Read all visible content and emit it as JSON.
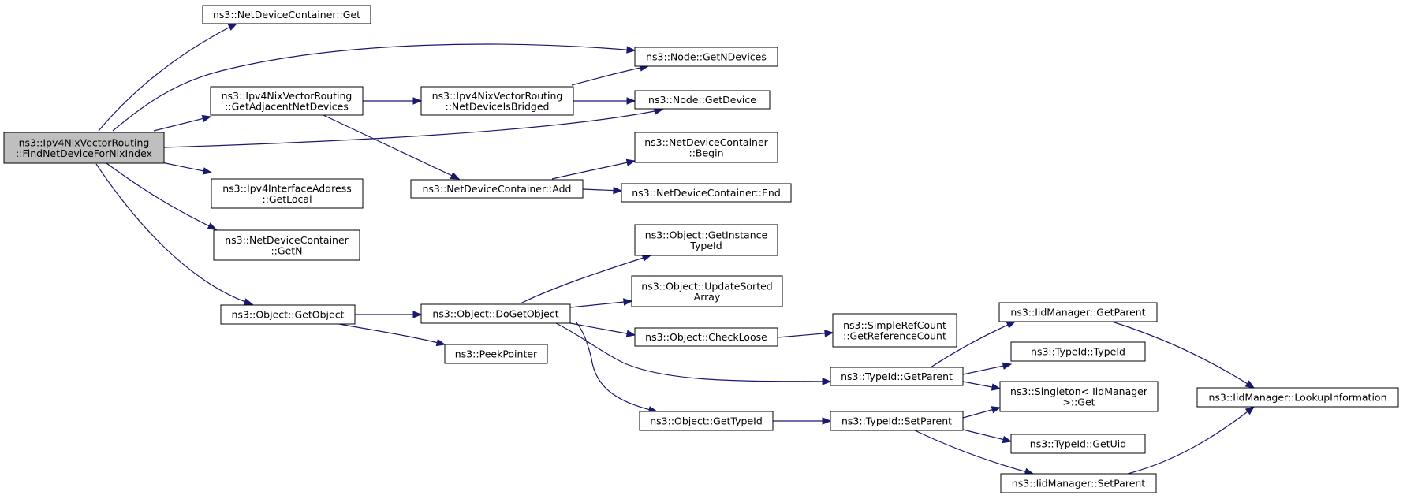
{
  "graph": {
    "nodes": [
      {
        "id": "root",
        "lines": [
          "ns3::Ipv4NixVectorRouting",
          "::FindNetDeviceForNixIndex"
        ],
        "root": true
      },
      {
        "id": "ndc_get",
        "lines": [
          "ns3::NetDeviceContainer::Get"
        ]
      },
      {
        "id": "node_getndevices",
        "lines": [
          "ns3::Node::GetNDevices"
        ]
      },
      {
        "id": "getadjacent",
        "lines": [
          "ns3::Ipv4NixVectorRouting",
          "::GetAdjacentNetDevices"
        ]
      },
      {
        "id": "isbridged",
        "lines": [
          "ns3::Ipv4NixVectorRouting",
          "::NetDeviceIsBridged"
        ]
      },
      {
        "id": "node_getdevice",
        "lines": [
          "ns3::Node::GetDevice"
        ]
      },
      {
        "id": "ndc_begin",
        "lines": [
          "ns3::NetDeviceContainer",
          "::Begin"
        ]
      },
      {
        "id": "ndc_add",
        "lines": [
          "ns3::NetDeviceContainer::Add"
        ]
      },
      {
        "id": "ndc_end",
        "lines": [
          "ns3::NetDeviceContainer::End"
        ]
      },
      {
        "id": "ipv4if_getlocal",
        "lines": [
          "ns3::Ipv4InterfaceAddress",
          "::GetLocal"
        ]
      },
      {
        "id": "ndc_getn",
        "lines": [
          "ns3::NetDeviceContainer",
          "::GetN"
        ]
      },
      {
        "id": "obj_getinstance",
        "lines": [
          "ns3::Object::GetInstance",
          "TypeId"
        ]
      },
      {
        "id": "obj_updatesorted",
        "lines": [
          "ns3::Object::UpdateSorted",
          "Array"
        ]
      },
      {
        "id": "obj_getobject",
        "lines": [
          "ns3::Object::GetObject"
        ]
      },
      {
        "id": "obj_dogetobject",
        "lines": [
          "ns3::Object::DoGetObject"
        ]
      },
      {
        "id": "obj_checkloose",
        "lines": [
          "ns3::Object::CheckLoose"
        ]
      },
      {
        "id": "simplerefcount",
        "lines": [
          "ns3::SimpleRefCount",
          "::GetReferenceCount"
        ]
      },
      {
        "id": "iid_getparent",
        "lines": [
          "ns3::IidManager::GetParent"
        ]
      },
      {
        "id": "peekpointer",
        "lines": [
          "ns3::PeekPointer"
        ]
      },
      {
        "id": "typeid_getparent",
        "lines": [
          "ns3::TypeId::GetParent"
        ]
      },
      {
        "id": "typeid_typeid",
        "lines": [
          "ns3::TypeId::TypeId"
        ]
      },
      {
        "id": "singleton_get",
        "lines": [
          "ns3::Singleton< IidManager",
          " >::Get"
        ]
      },
      {
        "id": "iid_lookup",
        "lines": [
          "ns3::IidManager::LookupInformation"
        ]
      },
      {
        "id": "obj_gettypeid",
        "lines": [
          "ns3::Object::GetTypeId"
        ]
      },
      {
        "id": "typeid_setparent",
        "lines": [
          "ns3::TypeId::SetParent"
        ]
      },
      {
        "id": "typeid_getuid",
        "lines": [
          "ns3::TypeId::GetUid"
        ]
      },
      {
        "id": "iid_setparent",
        "lines": [
          "ns3::IidManager::SetParent"
        ]
      }
    ]
  }
}
